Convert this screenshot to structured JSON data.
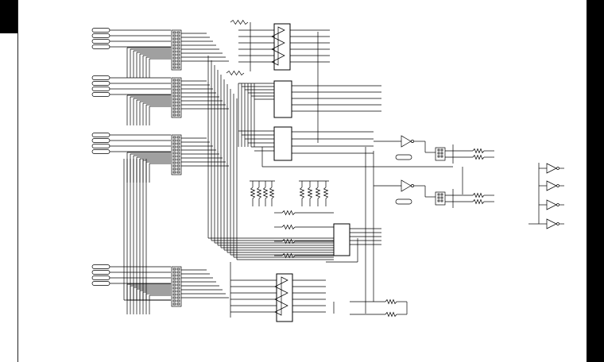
{
  "page": {
    "background": "#ffffff",
    "frame_color": "#000000"
  },
  "schematic": {
    "connector_groups": 4,
    "pins_per_group": 4,
    "components": [
      "connector",
      "buffer",
      "resistor",
      "logic-ic",
      "inverter",
      "dip-switch"
    ]
  }
}
